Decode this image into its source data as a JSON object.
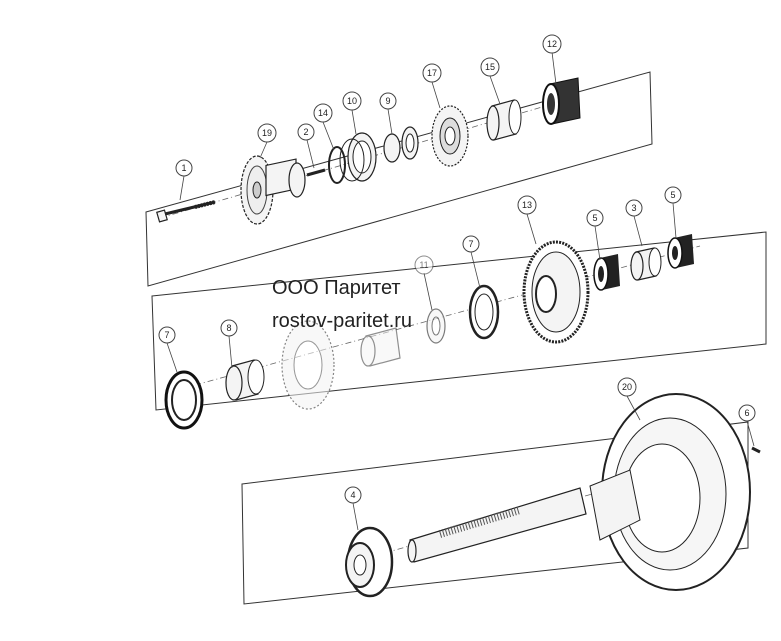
{
  "watermark": {
    "line1": "ООО Паритет",
    "line2": "rostov-paritet.ru"
  },
  "callouts": [
    {
      "id": "c1",
      "text": "1"
    },
    {
      "id": "c2",
      "text": "2"
    },
    {
      "id": "c3",
      "text": "3"
    },
    {
      "id": "c4",
      "text": "4"
    },
    {
      "id": "c5a",
      "text": "5"
    },
    {
      "id": "c5b",
      "text": "5"
    },
    {
      "id": "c6",
      "text": "6"
    },
    {
      "id": "c7a",
      "text": "7"
    },
    {
      "id": "c7b",
      "text": "7"
    },
    {
      "id": "c8",
      "text": "8"
    },
    {
      "id": "c9",
      "text": "9"
    },
    {
      "id": "c10",
      "text": "10"
    },
    {
      "id": "c11",
      "text": "11"
    },
    {
      "id": "c12",
      "text": "12"
    },
    {
      "id": "c13",
      "text": "13"
    },
    {
      "id": "c14",
      "text": "14"
    },
    {
      "id": "c15",
      "text": "15"
    },
    {
      "id": "c17",
      "text": "17"
    },
    {
      "id": "c19",
      "text": "19"
    },
    {
      "id": "c20",
      "text": "20"
    }
  ]
}
